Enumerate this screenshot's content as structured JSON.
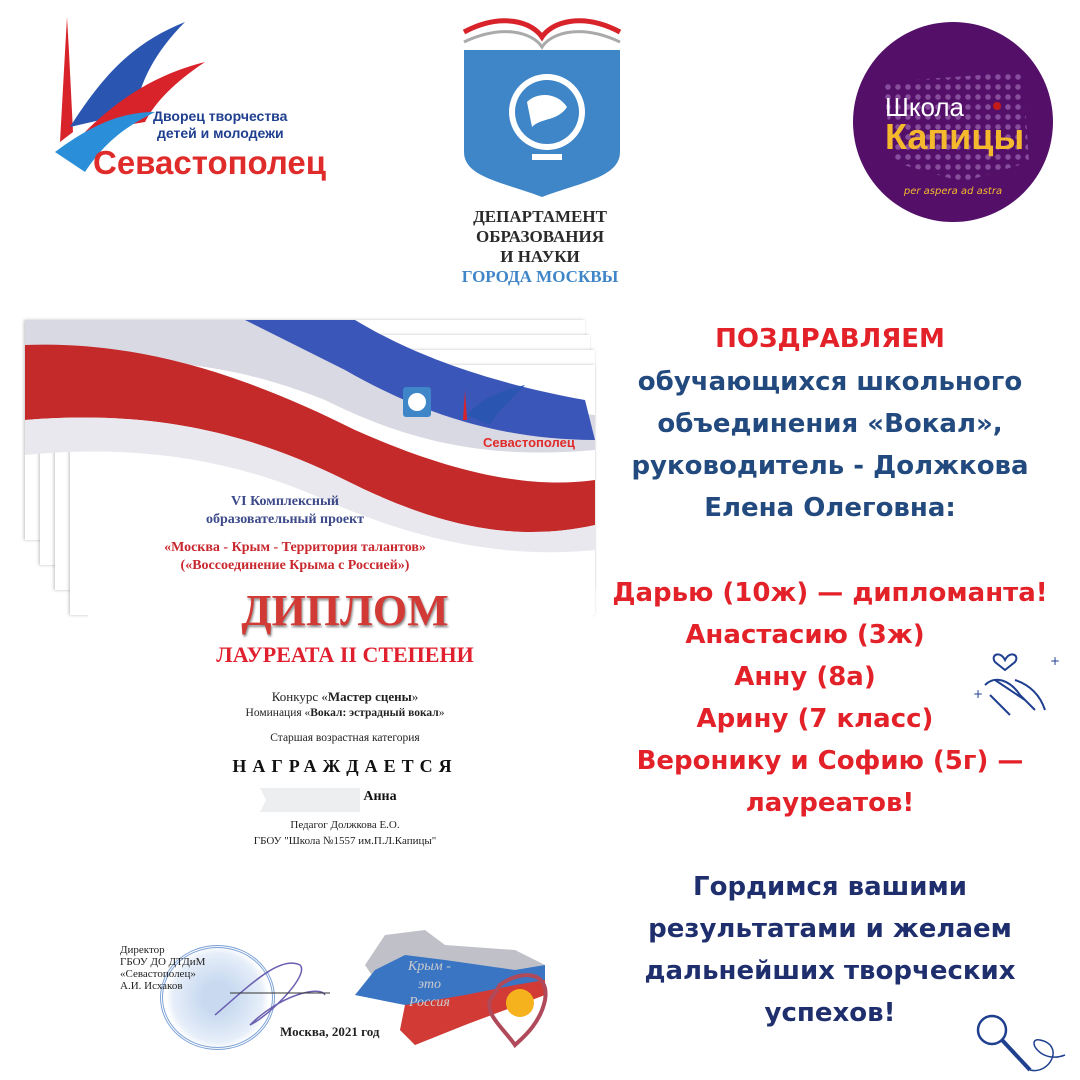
{
  "logos": {
    "sevastopolets": {
      "line1": "Дворец творчества",
      "line2": "детей и молодежи",
      "name": "Севастополец"
    },
    "department": {
      "line1": "ДЕПАРТАМЕНТ",
      "line2": "ОБРАЗОВАНИЯ",
      "line3": "И НАУКИ",
      "line4": "ГОРОДА МОСКВЫ"
    },
    "kapitsa": {
      "line1": "Школа",
      "line2": "Капицы",
      "motto": "per aspera ad astra"
    }
  },
  "diploma": {
    "project_line1": "VI Комплексный",
    "project_line2": "образовательный проект",
    "project_title": "«Москва - Крым - Территория талантов»",
    "project_subtitle": "(«Воссоединение Крыма с Россией»)",
    "title": "ДИПЛОМ",
    "degree": "ЛАУРЕАТА II СТЕПЕНИ",
    "contest_prefix": "Конкурс «",
    "contest_name": "Мастер сцены",
    "contest_suffix": "»",
    "nomination_prefix": "Номинация «",
    "nomination_name": "Вокал: эстрадный вокал",
    "nomination_suffix": "»",
    "age_category": "Старшая возрастная категория",
    "awarded": "НАГРАЖДАЕТСЯ",
    "recipient": "Анна",
    "teacher": "Педагог Должкова Е.О.",
    "school": "ГБОУ \"Школа №1557 им.П.Л.Капицы\"",
    "director_line1": "Директор",
    "director_line2": "ГБОУ ДО ДТДиМ",
    "director_line3": "«Севастополец»",
    "director_line4": "А.И. Исхаков",
    "place_date": "Москва, 2021 год",
    "crimea_line1": "Крым -",
    "crimea_line2": "это",
    "crimea_line3": "Россия",
    "mini_logo_name": "Севастополец"
  },
  "message": {
    "heading": "ПОЗДРАВЛЯЕМ",
    "intro": [
      "обучающихся школьного",
      "объединения «Вокал»,",
      "руководитель - Должкова",
      "Елена Олеговна:"
    ],
    "winners": [
      "Дарью (10ж) — дипломанта!",
      "Анастасию (3ж)",
      "Анну (8а)",
      "Арину (7 класс)",
      "Веронику и Софию (5г) —",
      "лауреатов!"
    ],
    "closing": [
      "Гордимся вашими",
      "результатами и желаем",
      "дальнейших творческих",
      "успехов!"
    ]
  },
  "colors": {
    "blue": "#234a7e",
    "red": "#e32129",
    "navy": "#1f2f6e",
    "purple": "#541069",
    "gold": "#f4b92c"
  }
}
